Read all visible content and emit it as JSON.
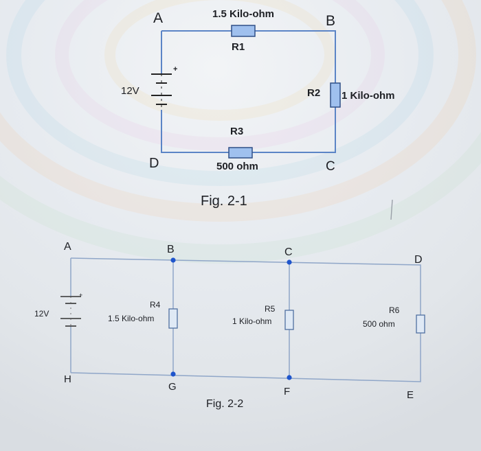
{
  "fig1": {
    "nodes": {
      "A": "A",
      "B": "B",
      "C": "C",
      "D": "D"
    },
    "battery": {
      "label": "12V",
      "plus": "+"
    },
    "resistors": [
      {
        "name": "R1",
        "value": "1.5 Kilo-ohm"
      },
      {
        "name": "R2",
        "value": "1 Kilo-ohm"
      },
      {
        "name": "R3",
        "value": "500 ohm"
      }
    ],
    "caption": "Fig. 2-1"
  },
  "fig2": {
    "nodes": {
      "A": "A",
      "B": "B",
      "C": "C",
      "D": "D",
      "E": "E",
      "F": "F",
      "G": "G",
      "H": "H"
    },
    "battery": {
      "label": "12V",
      "plus": "+"
    },
    "resistors": [
      {
        "name": "R4",
        "value": "1.5 Kilo-ohm"
      },
      {
        "name": "R5",
        "value": "1 Kilo-ohm"
      },
      {
        "name": "R6",
        "value": "500 ohm"
      }
    ],
    "caption": "Fig. 2-2"
  },
  "colors": {
    "wire": "#5b84c6",
    "resistor_fill": "#9fc0ee",
    "node_dot": "#1f55cc"
  }
}
